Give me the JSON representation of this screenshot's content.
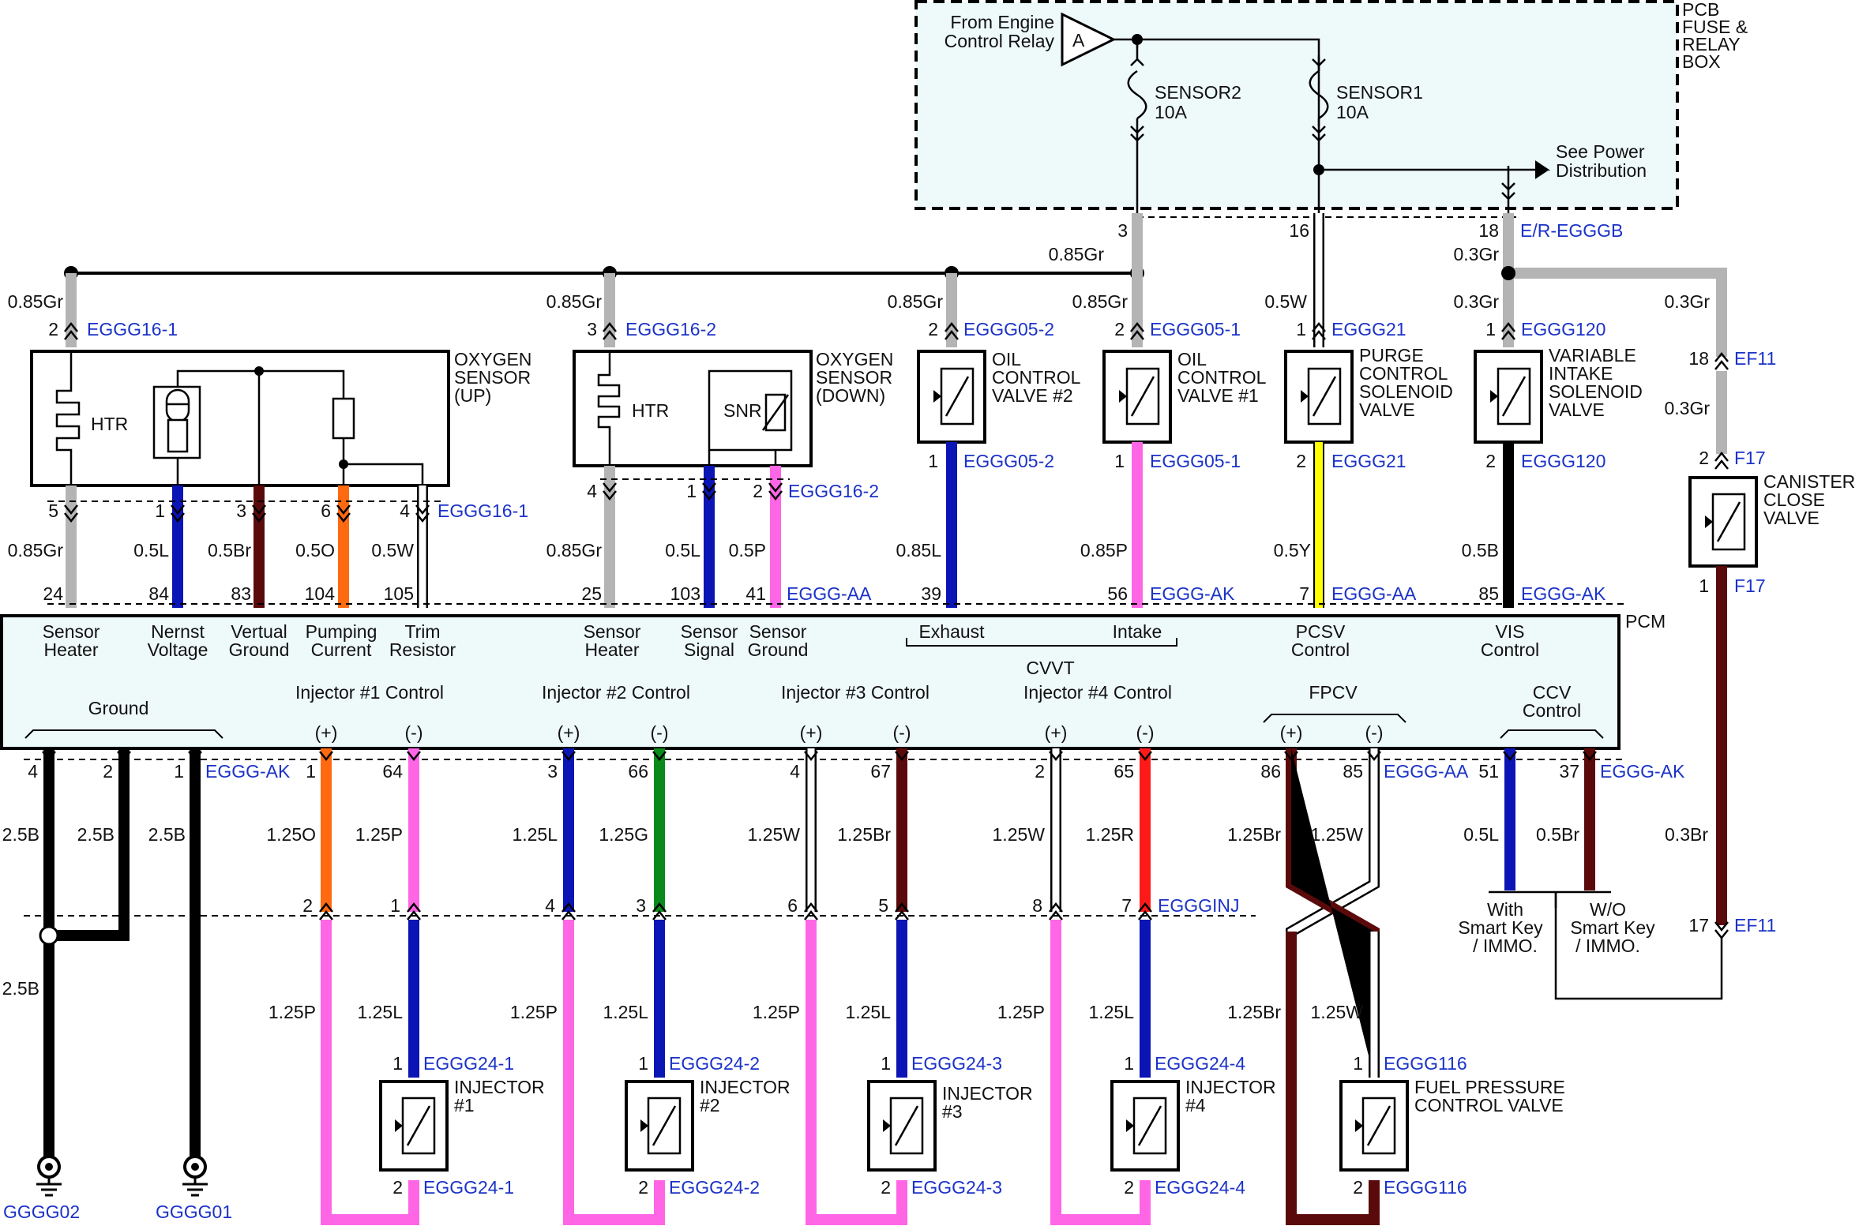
{
  "fuse_box": {
    "title": [
      "PCB",
      "FUSE &",
      "RELAY",
      "BOX"
    ],
    "source": [
      "From Engine",
      "Control Relay"
    ],
    "source_tag": "A",
    "fuses": [
      {
        "name": "SENSOR2",
        "rating": "10A"
      },
      {
        "name": "SENSOR1",
        "rating": "10A"
      }
    ],
    "see_power": [
      "See Power",
      "Distribution"
    ],
    "pin_3": "3",
    "pin_16": "16",
    "pin_18": "18",
    "connector": "E/R-EGGGB"
  },
  "wires_top": {
    "w_3": "0.85Gr",
    "w_18": "0.3Gr",
    "w_16": "0.5W"
  },
  "components": {
    "o2_up": {
      "name": [
        "OXYGEN",
        "SENSOR",
        "(UP)"
      ],
      "htr": "HTR",
      "conn": "EGGG16-1",
      "pin_top": "2",
      "wire_top": "0.85Gr",
      "pins": [
        {
          "pin": "5",
          "wire": "0.85Gr",
          "pcm_pin": "24",
          "func": [
            "Sensor",
            "Heater"
          ]
        },
        {
          "pin": "1",
          "wire": "0.5L",
          "pcm_pin": "84",
          "func": [
            "Nernst",
            "Voltage"
          ]
        },
        {
          "pin": "3",
          "wire": "0.5Br",
          "pcm_pin": "83",
          "func": [
            "Vertual",
            "Ground"
          ]
        },
        {
          "pin": "6",
          "wire": "0.5O",
          "pcm_pin": "104",
          "func": [
            "Pumping",
            "Current"
          ]
        },
        {
          "pin": "4",
          "wire": "0.5W",
          "pcm_pin": "105",
          "func": [
            "Trim",
            "Resistor"
          ]
        }
      ]
    },
    "o2_down": {
      "name": [
        "OXYGEN",
        "SENSOR",
        "(DOWN)"
      ],
      "htr": "HTR",
      "snr": "SNR",
      "conn": "EGGG16-2",
      "pin_top": "3",
      "wire_top": "0.85Gr",
      "pins": [
        {
          "pin": "4",
          "wire": "0.85Gr",
          "pcm_pin": "25",
          "func": [
            "Sensor",
            "Heater"
          ]
        },
        {
          "pin": "1",
          "wire": "0.5L",
          "pcm_pin": "103",
          "func": [
            "Sensor",
            "Signal"
          ]
        },
        {
          "pin": "2",
          "wire": "0.5P",
          "pcm_pin": "41",
          "func": [
            "Sensor",
            "Ground"
          ]
        }
      ],
      "pcm_conn": "EGGG-AA"
    },
    "ocv2": {
      "name": [
        "OIL",
        "CONTROL",
        "VALVE #2"
      ],
      "conn": "EGGG05-2",
      "pin_top": "2",
      "pin_bot": "1",
      "wire_top": "0.85Gr",
      "wire_bot": "0.85L",
      "pcm_pin": "39",
      "func": "Exhaust"
    },
    "ocv1": {
      "name": [
        "OIL",
        "CONTROL",
        "VALVE #1"
      ],
      "conn": "EGGG05-1",
      "pin_top": "2",
      "pin_bot": "1",
      "wire_top": "0.85Gr",
      "wire_bot": "0.85P",
      "pcm_pin": "56",
      "func": "Intake",
      "pcm_conn": "EGGG-AK"
    },
    "cvvt": "CVVT",
    "pcsv": {
      "name": [
        "PURGE",
        "CONTROL",
        "SOLENOID",
        "VALVE"
      ],
      "conn": "EGGG21",
      "pin_top": "1",
      "pin_bot": "2",
      "wire_bot": "0.5Y",
      "pcm_pin": "7",
      "pcm_conn": "EGGG-AA",
      "func": [
        "PCSV",
        "Control"
      ]
    },
    "vis": {
      "name": [
        "VARIABLE",
        "INTAKE",
        "SOLENOID",
        "VALVE"
      ],
      "conn": "EGGG120",
      "pin_top": "1",
      "pin_bot": "2",
      "wire_top": "0.3Gr",
      "wire_bot": "0.5B",
      "pcm_pin": "85",
      "pcm_conn": "EGGG-AK",
      "func": [
        "VIS",
        "Control"
      ]
    },
    "ccv": {
      "name": [
        "CANISTER",
        "CLOSE",
        "VALVE"
      ],
      "conn": "F17",
      "pin_top": "2",
      "pin_bot": "1",
      "wire_bot": "0.3Br",
      "ef_conn": "EF11",
      "ef_pin_top": "18",
      "ef_pin_bot": "17",
      "wire_a": "0.3Gr",
      "wire_b": "0.3Gr"
    }
  },
  "pcm": {
    "label": "PCM",
    "ground": {
      "label": "Ground",
      "pins": [
        "4",
        "2",
        "1"
      ],
      "conn": "EGGG-AK",
      "wires": [
        "2.5B",
        "2.5B",
        "2.5B",
        "2.5B"
      ],
      "grounds": [
        "GGGG02",
        "GGGG01"
      ]
    },
    "injectors": [
      {
        "label": "Injector #1 Control",
        "plus_pin": "1",
        "minus_pin": "64",
        "plus_wire": "1.25O",
        "minus_wire": "1.25P",
        "j_plus": "2",
        "j_minus": "1",
        "low_plus_wire": "1.25P",
        "low_minus_wire": "1.25L",
        "name": [
          "INJECTOR",
          "#1"
        ],
        "conn": "EGGG24-1",
        "pin_top": "1",
        "pin_bot": "2"
      },
      {
        "label": "Injector #2 Control",
        "plus_pin": "3",
        "minus_pin": "66",
        "plus_wire": "1.25L",
        "minus_wire": "1.25G",
        "j_plus": "4",
        "j_minus": "3",
        "low_plus_wire": "1.25P",
        "low_minus_wire": "1.25L",
        "name": [
          "INJECTOR",
          "#2"
        ],
        "conn": "EGGG24-2",
        "pin_top": "1",
        "pin_bot": "2"
      },
      {
        "label": "Injector #3 Control",
        "plus_pin": "4",
        "minus_pin": "67",
        "plus_wire": "1.25W",
        "minus_wire": "1.25Br",
        "j_plus": "6",
        "j_minus": "5",
        "low_plus_wire": "1.25P",
        "low_minus_wire": "1.25L",
        "name": [
          "INJECTOR",
          "#3"
        ],
        "conn": "EGGG24-3",
        "pin_top": "1",
        "pin_bot": "2"
      },
      {
        "label": "Injector #4 Control",
        "plus_pin": "2",
        "minus_pin": "65",
        "plus_wire": "1.25W",
        "minus_wire": "1.25R",
        "j_plus": "8",
        "j_minus": "7",
        "low_plus_wire": "1.25P",
        "low_minus_wire": "1.25L",
        "name": [
          "INJECTOR",
          "#4"
        ],
        "conn": "EGGG24-4",
        "pin_top": "1",
        "pin_bot": "2",
        "j_conn": "EGGGINJ"
      }
    ],
    "plus": "(+)",
    "minus": "(-)",
    "fpcv": {
      "label": "FPCV",
      "plus_pin": "86",
      "minus_pin": "85",
      "conn": "EGGG-AA",
      "wire_a": "1.25Br",
      "wire_b": "1.25W",
      "wire_c": "1.25Br",
      "wire_d": "1.25W",
      "name": [
        "FUEL PRESSURE",
        "CONTROL VALVE"
      ],
      "comp_conn": "EGGG116",
      "pin_top": "1",
      "pin_bot": "2"
    },
    "ccv_ctrl": {
      "label": [
        "CCV",
        "Control"
      ],
      "pin_a": "51",
      "pin_b": "37",
      "conn": "EGGG-AK",
      "wire_a": "0.5L",
      "wire_b": "0.5Br",
      "opt_a": [
        "With",
        "Smart Key",
        "/ IMMO."
      ],
      "opt_b": [
        "W/O",
        "Smart Key",
        "/ IMMO."
      ]
    }
  },
  "colors": {
    "gray": "#b4b4b4",
    "blue": "#0b14b4",
    "brown": "#5a0a0a",
    "orange": "#ff6a10",
    "pink": "#ff66e6",
    "yellow": "#ffff00",
    "green": "#0a8a1a",
    "red": "#ff1a1a",
    "black": "#000000",
    "white": "#ffffff",
    "label_blue": "#1a32c8",
    "box_fill": "#eef9fa"
  }
}
